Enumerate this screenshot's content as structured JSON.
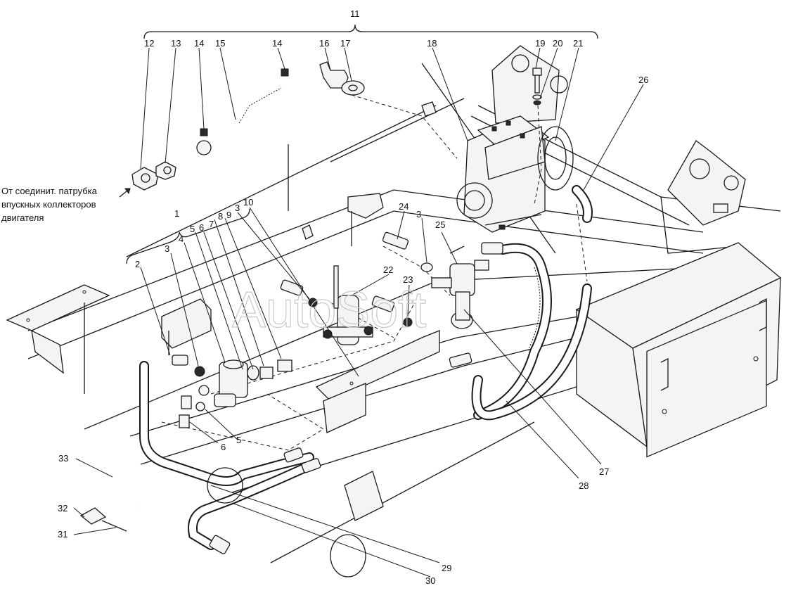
{
  "watermark": "AutoSoft",
  "note": {
    "line1": "От соединит. патрубка",
    "line2": "впускных коллекторов",
    "line3": "двигателя"
  },
  "callouts": {
    "c1": "1",
    "c2": "2",
    "c3a": "3",
    "c3b": "3",
    "c3c": "3",
    "c4": "4",
    "c5a": "5",
    "c5b": "5",
    "c6a": "6",
    "c6b": "6",
    "c7": "7",
    "c8": "8",
    "c9": "9",
    "c10": "10",
    "c11": "11",
    "c12": "12",
    "c13": "13",
    "c14a": "14",
    "c14b": "14",
    "c15": "15",
    "c16": "16",
    "c17": "17",
    "c18": "18",
    "c19": "19",
    "c20": "20",
    "c21": "21",
    "c22": "22",
    "c23": "23",
    "c24": "24",
    "c25": "25",
    "c26": "26",
    "c27": "27",
    "c28": "28",
    "c29": "29",
    "c30": "30",
    "c31": "31",
    "c32": "32",
    "c33": "33"
  }
}
